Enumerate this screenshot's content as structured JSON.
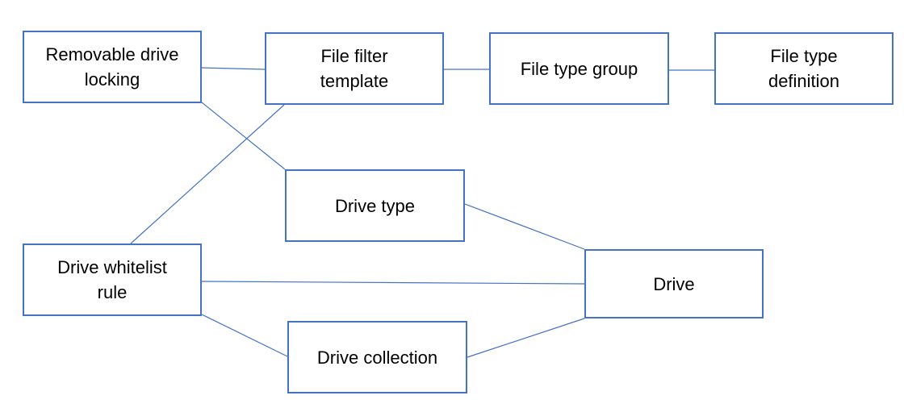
{
  "diagram": {
    "accent_color": "#4472c4",
    "nodes": {
      "removable_drive_locking": {
        "label": "Removable drive locking"
      },
      "file_filter_template": {
        "label": "File filter template"
      },
      "file_type_group": {
        "label": "File type group"
      },
      "file_type_definition": {
        "label": "File type definition"
      },
      "drive_type": {
        "label": "Drive type"
      },
      "drive_whitelist_rule": {
        "label": "Drive whitelist rule"
      },
      "drive": {
        "label": "Drive"
      },
      "drive_collection": {
        "label": "Drive collection"
      }
    },
    "connections": [
      {
        "from": "removable_drive_locking",
        "to": "file_filter_template"
      },
      {
        "from": "file_filter_template",
        "to": "file_type_group"
      },
      {
        "from": "file_type_group",
        "to": "file_type_definition"
      },
      {
        "from": "removable_drive_locking",
        "to": "drive_type"
      },
      {
        "from": "drive_whitelist_rule",
        "to": "file_filter_template"
      },
      {
        "from": "drive_type",
        "to": "drive"
      },
      {
        "from": "drive_whitelist_rule",
        "to": "drive"
      },
      {
        "from": "drive_whitelist_rule",
        "to": "drive_collection"
      },
      {
        "from": "drive_collection",
        "to": "drive"
      }
    ]
  }
}
